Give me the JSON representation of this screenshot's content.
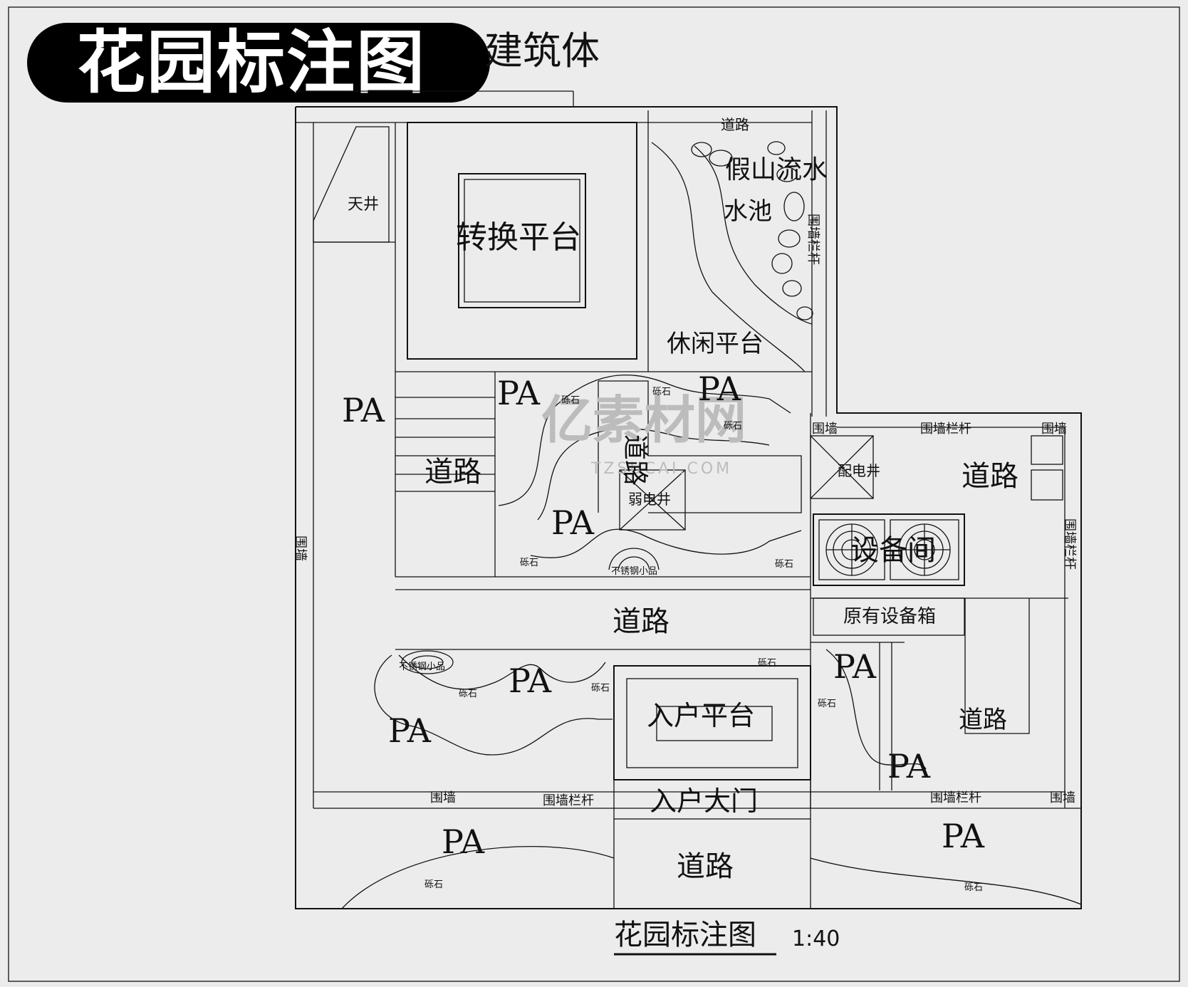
{
  "badge_title": "花园标注图",
  "labels": {
    "building": "建筑体",
    "road": "道路",
    "skywell": "天井",
    "transfer_platform": "转换平台",
    "rockery_stream": "假山流水",
    "pond": "水池",
    "wall_railing": "围墙栏杆",
    "wall": "围墙",
    "leisure_platform": "休闲平台",
    "pa": "PA",
    "gravel": "砾石",
    "weak_current_shaft": "弱电井",
    "power_shaft": "配电井",
    "equipment_room": "设备间",
    "original_equipment_box": "原有设备箱",
    "entry_platform": "入户平台",
    "entry_gate": "入户大门",
    "steel_sculpture": "不锈钢小品"
  },
  "caption": {
    "title": "花园标注图",
    "scale": "1:40"
  },
  "watermark": {
    "brand": "亿素材网",
    "url": "TZSUCAI.COM"
  }
}
